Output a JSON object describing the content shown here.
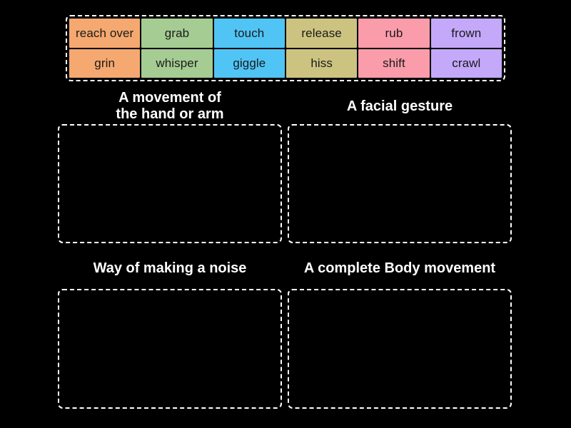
{
  "activity": {
    "type": "group-sort",
    "background_color": "#000000"
  },
  "tile_tray": {
    "name": "word-tile-tray",
    "rows": [
      [
        {
          "label": "reach over",
          "color": "#f5a870"
        },
        {
          "label": "grab",
          "color": "#a5cc93"
        },
        {
          "label": "touch",
          "color": "#50c4f5"
        },
        {
          "label": "release",
          "color": "#ccc380"
        },
        {
          "label": "rub",
          "color": "#fb9cab"
        },
        {
          "label": "frown",
          "color": "#c4a8fa"
        }
      ],
      [
        {
          "label": "grin",
          "color": "#f5a870"
        },
        {
          "label": "whisper",
          "color": "#a5cc93"
        },
        {
          "label": "giggle",
          "color": "#50c4f5"
        },
        {
          "label": "hiss",
          "color": "#ccc380"
        },
        {
          "label": "shift",
          "color": "#fb9cab"
        },
        {
          "label": "crawl",
          "color": "#c4a8fa"
        }
      ]
    ]
  },
  "categories": [
    {
      "id": "hand",
      "title": "A movement of\nthe hand or arm",
      "items": []
    },
    {
      "id": "face",
      "title": "A facial gesture",
      "items": []
    },
    {
      "id": "noise",
      "title": "Way of making a noise",
      "items": []
    },
    {
      "id": "body",
      "title": "A complete Body movement",
      "items": []
    }
  ],
  "colors": {
    "background": "#000000",
    "border": "#ffffff",
    "title_text": "#ffffff",
    "tile_text": "#1a1a1a"
  }
}
